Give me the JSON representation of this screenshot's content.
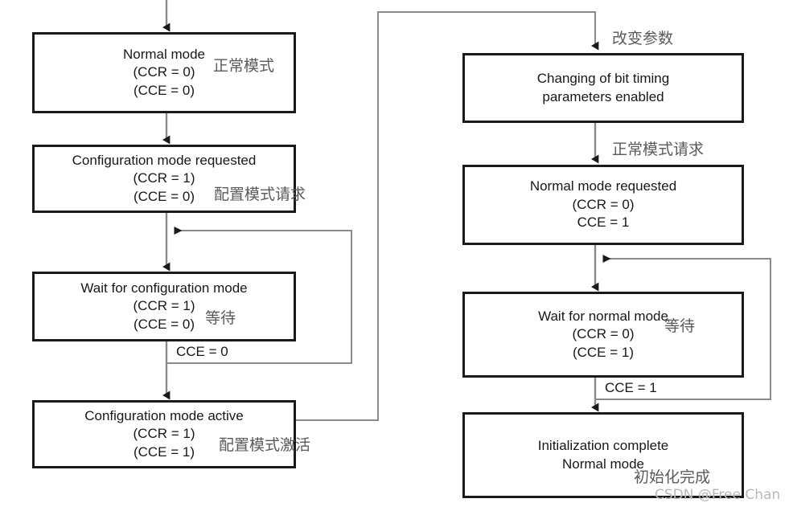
{
  "diagram": {
    "title": "CAN module configuration mode / normal mode transition flow",
    "colors": {
      "box_border": "#1a1a1a",
      "text": "#16181d",
      "annotation_cn": "#5a5a5a",
      "wire_dark": "#1a1a1a",
      "wire_gray": "#8a8a8a",
      "watermark": "#b9b9b9",
      "background": "#ffffff"
    }
  },
  "nodes": [
    {
      "id": "normal-mode",
      "lines": [
        "Normal mode",
        "(CCR = 0)",
        "(CCE = 0)"
      ],
      "annotation": "正常模式"
    },
    {
      "id": "config-mode-requested",
      "lines": [
        "Configuration mode requested",
        "(CCR = 1)",
        "(CCE = 0)"
      ],
      "annotation": "配置模式请求"
    },
    {
      "id": "wait-for-config-mode",
      "lines": [
        "Wait for configuration mode",
        "(CCR = 1)",
        "(CCE = 0)"
      ],
      "annotation": "等待"
    },
    {
      "id": "config-mode-active",
      "lines": [
        "Configuration mode active",
        "(CCR = 1)",
        "(CCE = 1)"
      ],
      "annotation": "配置模式激活"
    },
    {
      "id": "changing-bit-timing",
      "lines": [
        "Changing of bit timing",
        "parameters enabled"
      ],
      "annotation": "改变参数"
    },
    {
      "id": "normal-mode-requested",
      "lines": [
        "Normal mode requested",
        "(CCR = 0)",
        "CCE = 1"
      ],
      "annotation": "正常模式请求"
    },
    {
      "id": "wait-for-normal-mode",
      "lines": [
        "Wait for normal mode",
        "(CCR = 0)",
        "(CCE = 1)"
      ],
      "annotation": "等待"
    },
    {
      "id": "initialization-complete",
      "lines": [
        "Initialization complete",
        "Normal mode"
      ],
      "annotation": "初始化完成"
    }
  ],
  "edge_labels": {
    "left_loop": "CCE = 0",
    "right_loop": "CCE = 1"
  },
  "watermark": "CSDN @Free  Chan"
}
